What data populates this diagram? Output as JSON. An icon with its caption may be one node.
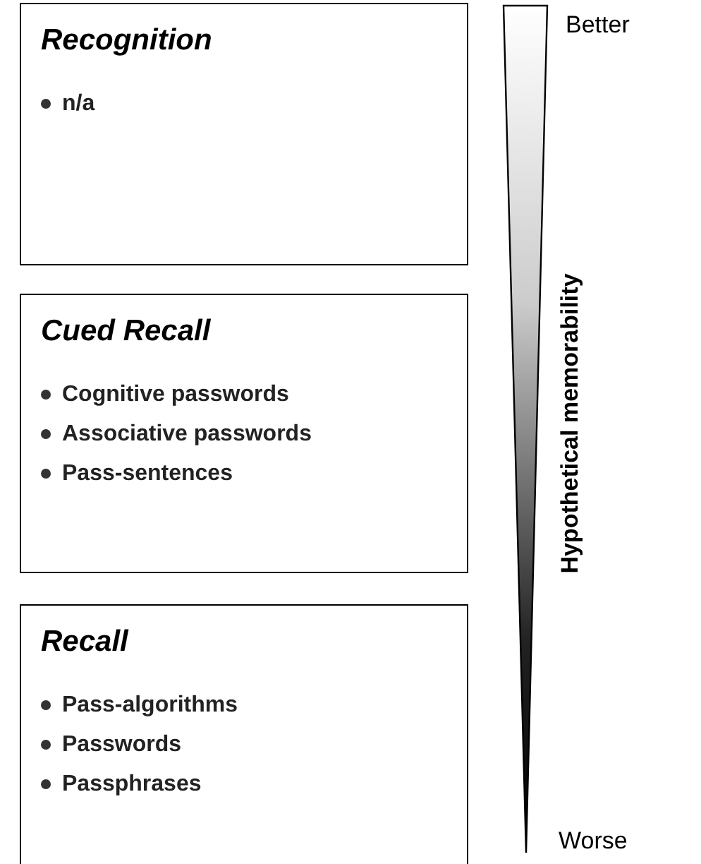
{
  "diagram": {
    "nodes": [
      {
        "text": [
          "Recognition",
          "n/a"
        ]
      },
      {
        "text": [
          "Cued Recall",
          "Cognitive passwords",
          "Associative passwords",
          "Pass-sentences"
        ]
      },
      {
        "text": [
          "Recall",
          "Pass-algorithms",
          "Passwords",
          "Passphrases"
        ]
      }
    ],
    "labels": [
      "Better",
      "Hypothetical memorability",
      "Worse"
    ]
  }
}
